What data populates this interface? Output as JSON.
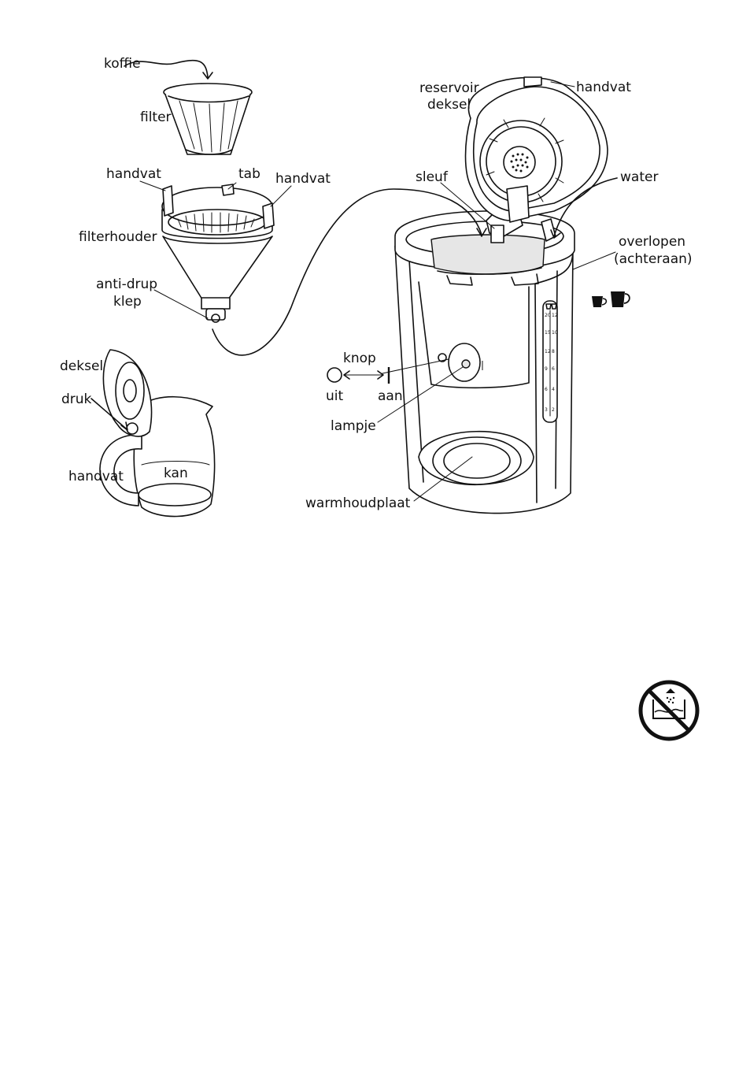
{
  "labels": {
    "koffie": "koffie",
    "filter": "filter",
    "handvat_left": "handvat",
    "tab": "tab",
    "handvat_right": "handvat",
    "filterhouder": "filterhouder",
    "anti_drup": "anti-drup",
    "klep": "klep",
    "deksel": "deksel",
    "druk": "druk",
    "handvat_jug": "handvat",
    "kan": "kan",
    "reservoir": "reservoir",
    "reservoir_deksel": "deksel",
    "handvat_top": "handvat",
    "sleuf": "sleuf",
    "water": "water",
    "overlopen": "overlopen",
    "achteraan": "(achteraan)",
    "knop": "knop",
    "uit": "uit",
    "aan": "aan",
    "lampje": "lampje",
    "warmhoudplaat": "warmhoudplaat"
  },
  "gauge": {
    "top": [
      "20",
      "12"
    ],
    "marks": [
      [
        "15",
        "10"
      ],
      [
        "12",
        "8"
      ],
      [
        "9",
        "6"
      ],
      [
        "6",
        "4"
      ],
      [
        "3",
        "2"
      ]
    ]
  },
  "icons": {
    "cup_small": "small-cup-icon",
    "cup_large": "large-cup-icon",
    "no_immerse": "no-water-immersion-icon",
    "off_symbol": "off-circle-symbol",
    "on_symbol": "on-bar-symbol"
  }
}
